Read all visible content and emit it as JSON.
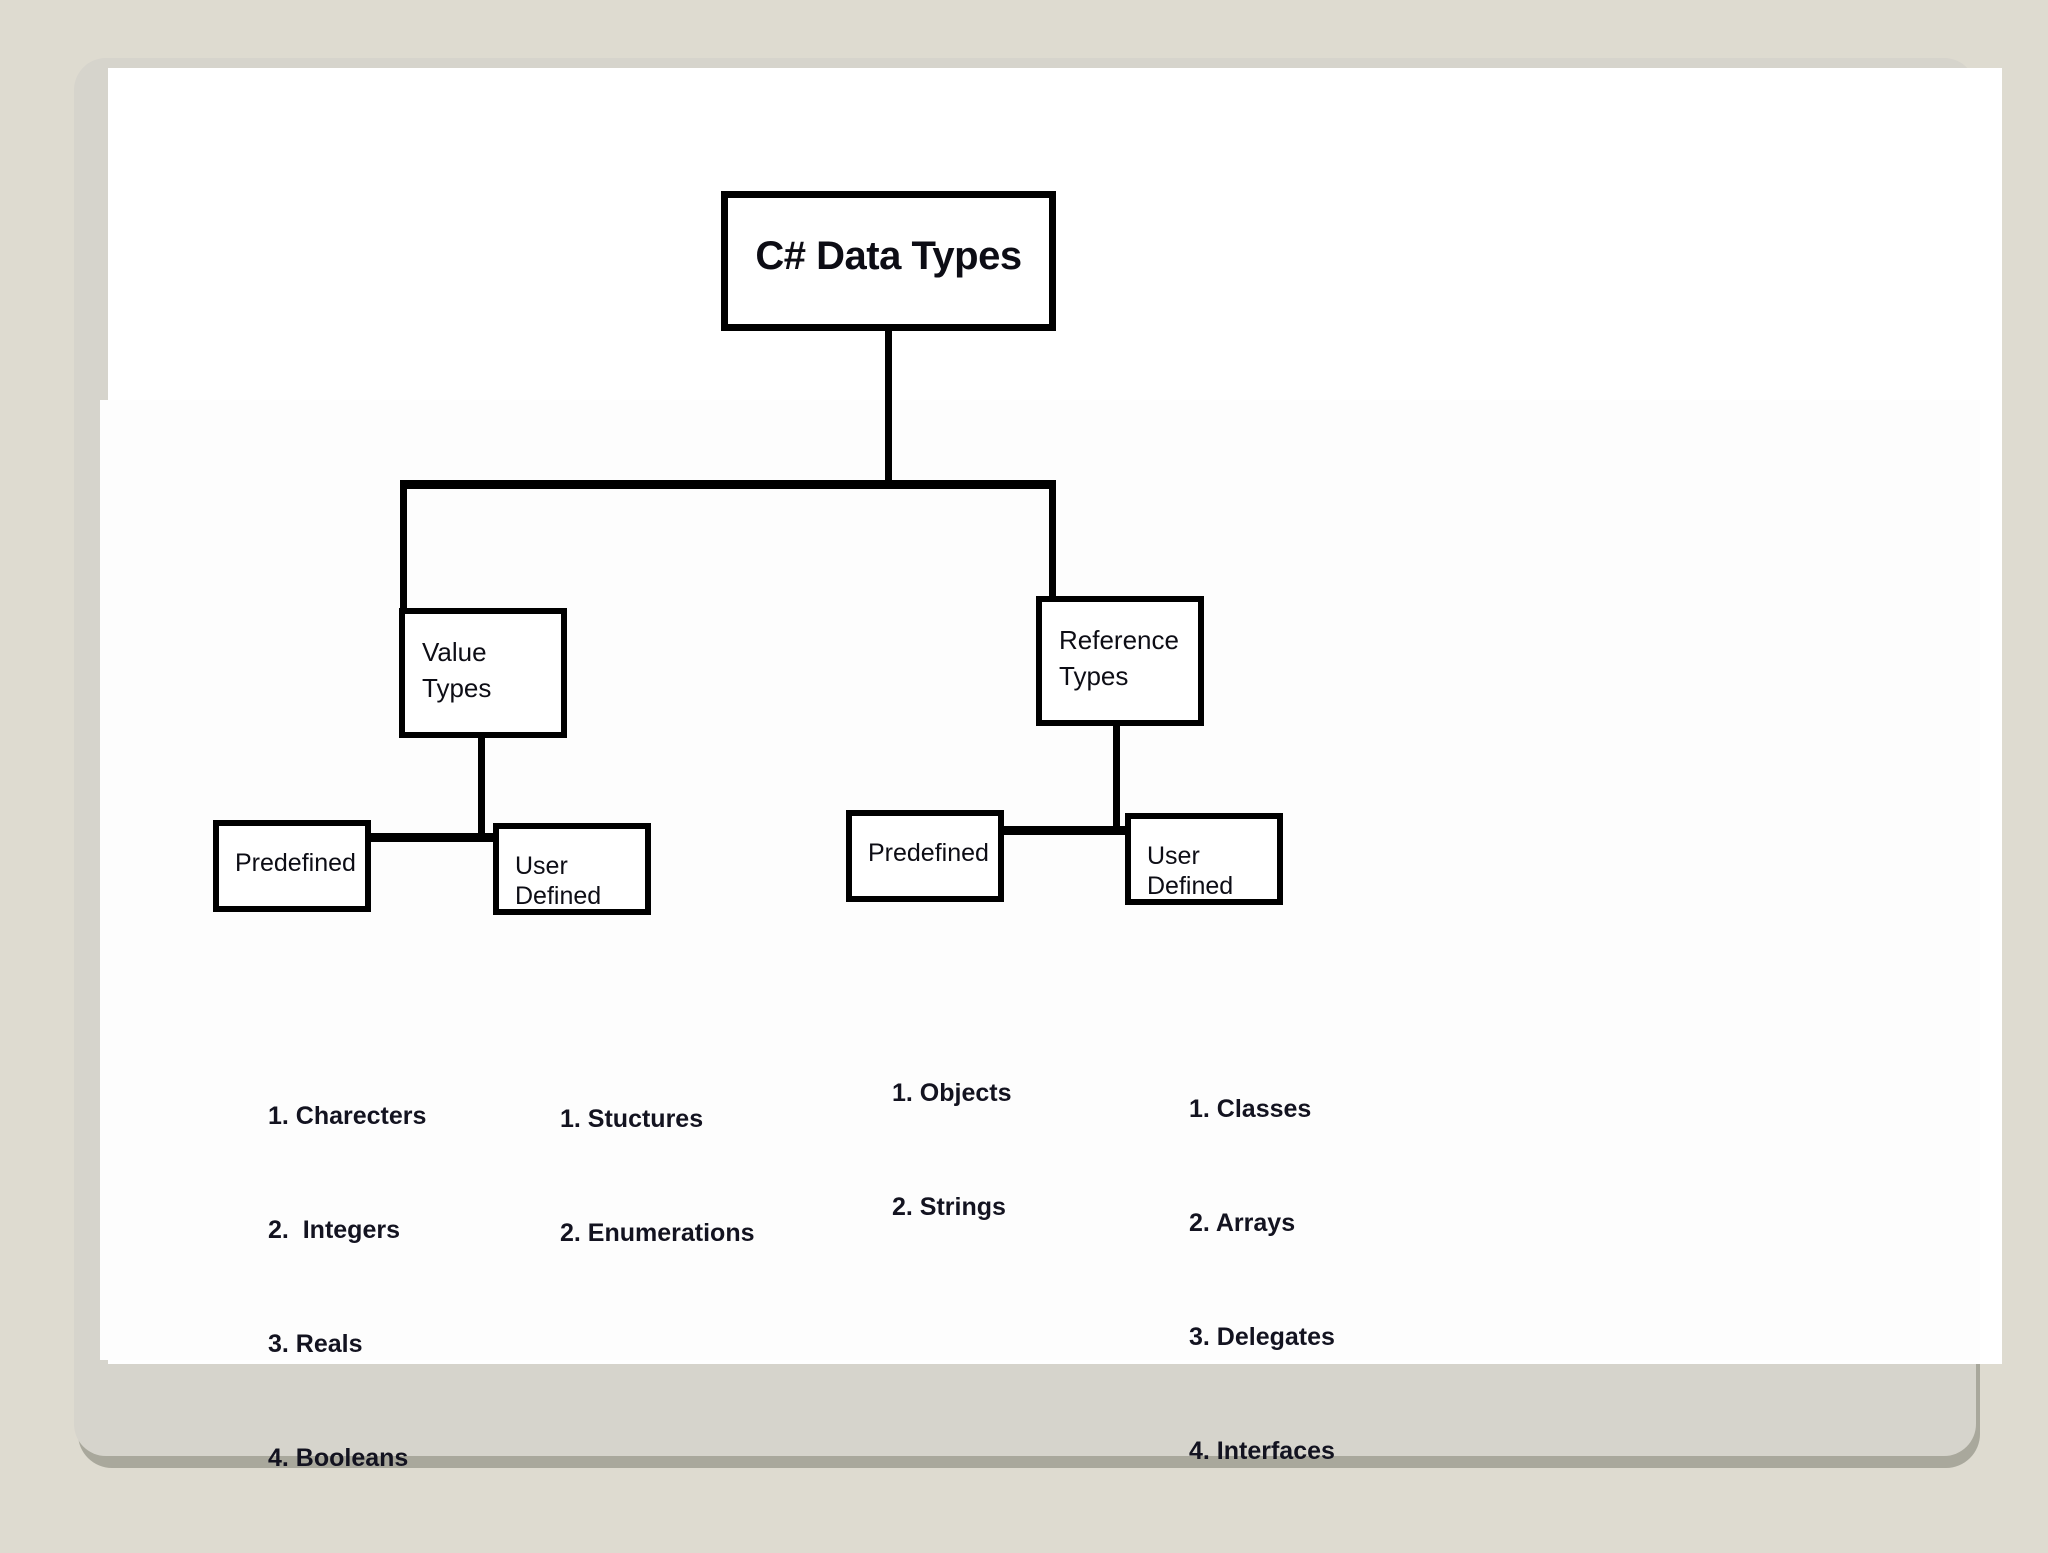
{
  "page": {
    "title": "C# Data Types",
    "background_color": "#deDBD0",
    "page_color": "#ffffff",
    "line_color": "#000000",
    "text_color": "#0d0d15"
  },
  "diagram": {
    "type": "hierarchy-tree",
    "root": {
      "label": "C# Data Types"
    },
    "branches": [
      {
        "id": "value-types",
        "label": "Value Types",
        "children": [
          {
            "id": "value-predefined",
            "label": "Predefined",
            "items": [
              "1. Charecters",
              "2.  Integers",
              "3. Reals",
              "4. Booleans"
            ]
          },
          {
            "id": "value-user-defined",
            "label": "User Defined",
            "items": [
              "1. Stuctures",
              "2. Enumerations"
            ]
          }
        ]
      },
      {
        "id": "reference-types",
        "label": "Reference\nTypes",
        "children": [
          {
            "id": "reference-predefined",
            "label": "Predefined",
            "items": [
              "1. Objects",
              "2. Strings"
            ]
          },
          {
            "id": "reference-user-defined",
            "label": "User Defined",
            "items": [
              "1. Classes",
              "2. Arrays",
              "3. Delegates",
              "4. Interfaces"
            ]
          }
        ]
      }
    ]
  }
}
